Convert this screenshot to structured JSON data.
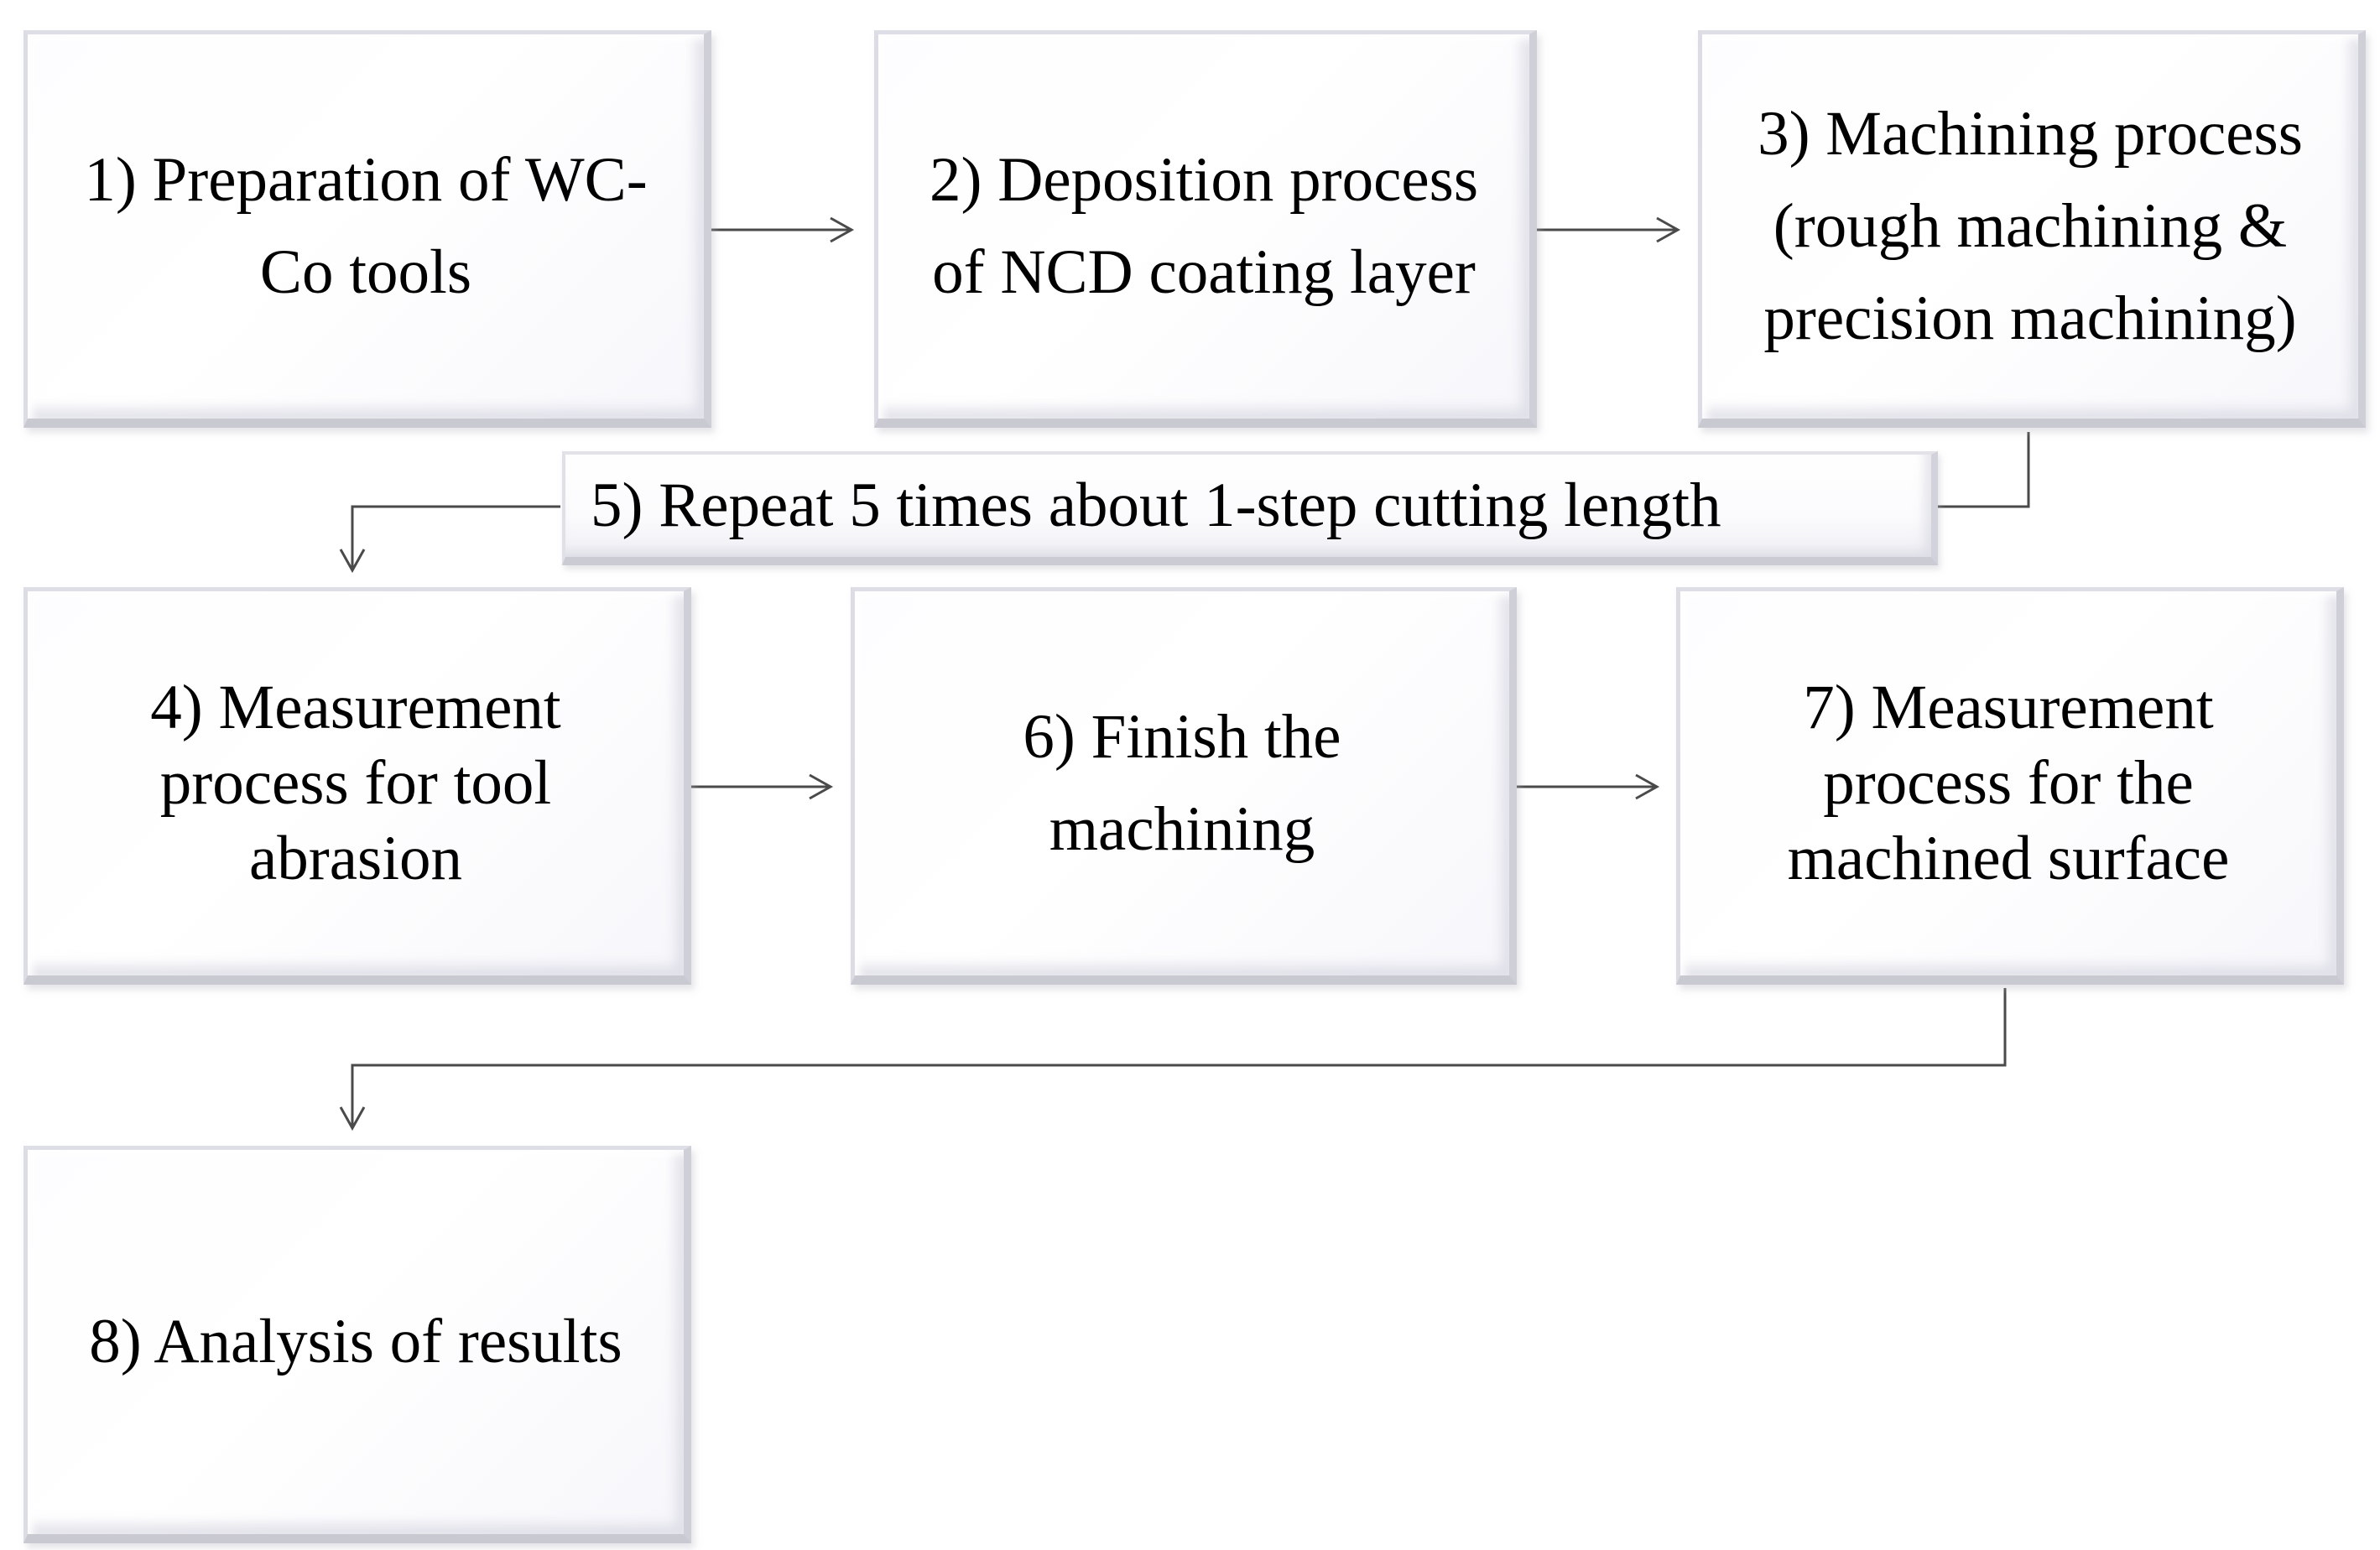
{
  "steps": [
    {
      "id": "step-1",
      "label": "1) Preparation of WC-Co tools",
      "lines": [
        "1) Preparation of WC-",
        "Co tools"
      ]
    },
    {
      "id": "step-2",
      "label": "2) Deposition process of NCD coating layer",
      "lines": [
        "2) Deposition process",
        "of NCD coating layer"
      ]
    },
    {
      "id": "step-3",
      "label": "3) Machining process (rough machining & precision machining)",
      "lines": [
        "3) Machining process",
        "(rough machining &",
        "precision machining)"
      ]
    },
    {
      "id": "step-4",
      "label": "4) Measurement process for tool abrasion",
      "lines": [
        "4) Measurement",
        "process for tool",
        "abrasion"
      ]
    },
    {
      "id": "step-5",
      "label": "5) Repeat 5 times about 1-step cutting length",
      "lines": [
        "5) Repeat 5 times about 1-step cutting length"
      ]
    },
    {
      "id": "step-6",
      "label": "6) Finish the machining",
      "lines": [
        "6) Finish the",
        "machining"
      ]
    },
    {
      "id": "step-7",
      "label": "7) Measurement process for the machined surface",
      "lines": [
        "7) Measurement",
        "process for the",
        "machined surface"
      ]
    },
    {
      "id": "step-8",
      "label": "8) Analysis of results",
      "lines": [
        "8) Analysis of results"
      ]
    }
  ],
  "edges": [
    {
      "from": "step-1",
      "to": "step-2"
    },
    {
      "from": "step-2",
      "to": "step-3"
    },
    {
      "from": "step-3",
      "to": "step-4"
    },
    {
      "from": "step-4",
      "to": "step-6"
    },
    {
      "from": "step-6",
      "to": "step-7"
    },
    {
      "from": "step-7",
      "to": "step-8"
    }
  ],
  "colors": {
    "line": "#4a4a4a",
    "text": "#000000"
  }
}
